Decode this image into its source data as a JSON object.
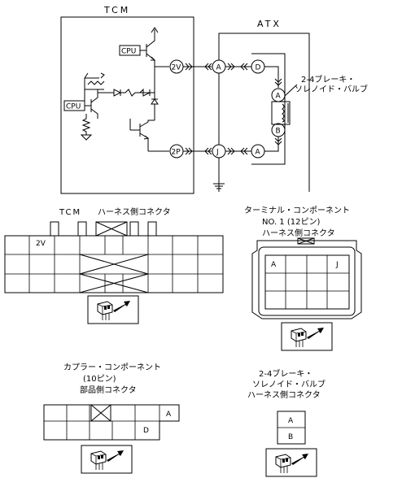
{
  "schematic": {
    "tcm_label": "TCM",
    "atx_label": "ATX",
    "cpu_top": "CPU",
    "cpu_left": "CPU",
    "pin_2v": "2V",
    "pin_2p": "2P",
    "node_a1": "A",
    "node_j": "J",
    "node_d": "D",
    "node_a2": "A",
    "node_sol_a": "A",
    "node_sol_b": "B",
    "solenoid_label_line1": "2-4ブレーキ・",
    "solenoid_label_line2": "ソレノイド・バルブ"
  },
  "connector_tcm": {
    "title_prefix": "TCM",
    "title_suffix": "ハーネス側コネクタ",
    "pin_label": "2V"
  },
  "connector_terminal": {
    "title_line1": "ターミナル・コンポーネント",
    "title_line2": "NO. 1 (12ピン)",
    "title_line3": "ハーネス側コネクタ",
    "pin_a": "A",
    "pin_j": "J"
  },
  "connector_coupler": {
    "title_line1": "カプラー・コンポーネント",
    "title_line2": "(10ピン)",
    "title_line3": "部品側コネクタ",
    "pin_a": "A",
    "pin_d": "D"
  },
  "connector_solenoid": {
    "title_line1": "2-4ブレーキ・",
    "title_line2": "ソレノイド・バルブ",
    "title_line3": "ハーネス側コネクタ",
    "pin_a": "A",
    "pin_b": "B"
  }
}
